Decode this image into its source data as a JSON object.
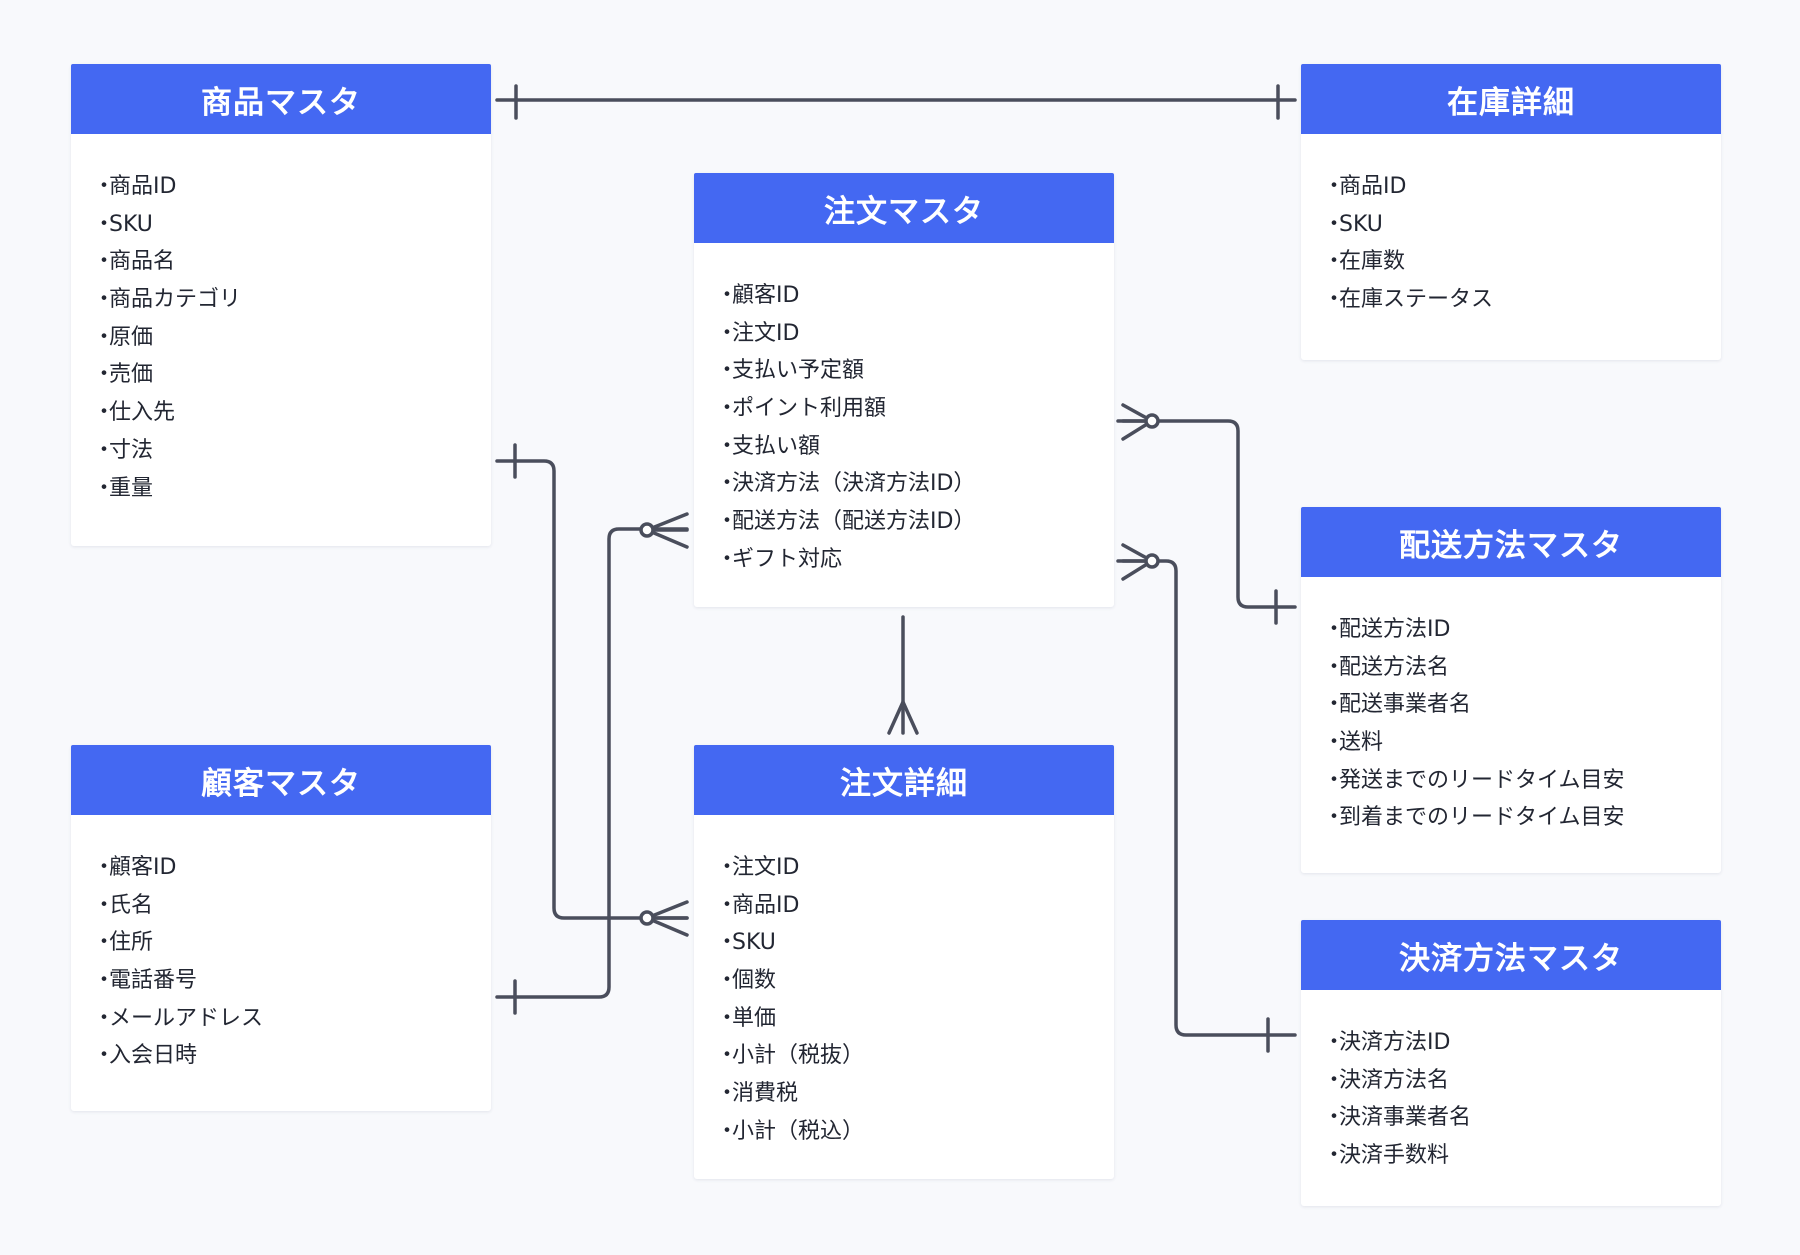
{
  "entities": {
    "shohin": {
      "title": "商品マスタ",
      "fields": [
        "商品ID",
        "SKU",
        "商品名",
        "商品カテゴリ",
        "原価",
        "売価",
        "仕入先",
        "寸法",
        "重量"
      ]
    },
    "zaiko": {
      "title": "在庫詳細",
      "fields": [
        "商品ID",
        "SKU",
        "在庫数",
        "在庫ステータス"
      ]
    },
    "chumon": {
      "title": "注文マスタ",
      "fields": [
        "顧客ID",
        "注文ID",
        "支払い予定額",
        "ポイント利用額",
        "支払い額",
        "決済方法（決済方法ID）",
        "配送方法（配送方法ID）",
        "ギフト対応"
      ]
    },
    "haiso": {
      "title": "配送方法マスタ",
      "fields": [
        "配送方法ID",
        "配送方法名",
        "配送事業者名",
        "送料",
        "発送までのリードタイム目安",
        "到着までのリードタイム目安"
      ]
    },
    "kokyaku": {
      "title": "顧客マスタ",
      "fields": [
        "顧客ID",
        "氏名",
        "住所",
        "電話番号",
        "メールアドレス",
        "入会日時"
      ]
    },
    "chumon_shosai": {
      "title": "注文詳細",
      "fields": [
        "注文ID",
        "商品ID",
        "SKU",
        "個数",
        "単価",
        "小計（税抜）",
        "消費税",
        "小計（税込）"
      ]
    },
    "kessai": {
      "title": "決済方法マスタ",
      "fields": [
        "決済方法ID",
        "決済方法名",
        "決済事業者名",
        "決済手数料"
      ]
    }
  },
  "colors": {
    "header": "#4468f2",
    "connector": "#4a4e5c",
    "background": "#f8f9fc"
  }
}
